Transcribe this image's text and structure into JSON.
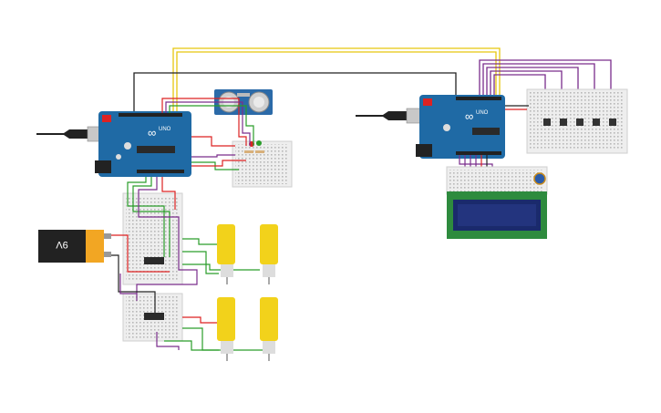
{
  "circuit": {
    "battery": {
      "label": "9V"
    },
    "arduino_left": {
      "logo": "∞",
      "model": "UNO"
    },
    "arduino_right": {
      "logo": "∞",
      "model": "UNO"
    },
    "colors": {
      "board": "#1f6aa5",
      "wire_yellow": "#e6c60f",
      "wire_red": "#d22",
      "wire_green": "#2a9d2a",
      "wire_purple": "#7a2d8c",
      "wire_black": "#222222",
      "motor_yellow": "#f2d21b",
      "lcd": "#1a2a6c",
      "lcd_pcb": "#2e8b3e"
    }
  }
}
